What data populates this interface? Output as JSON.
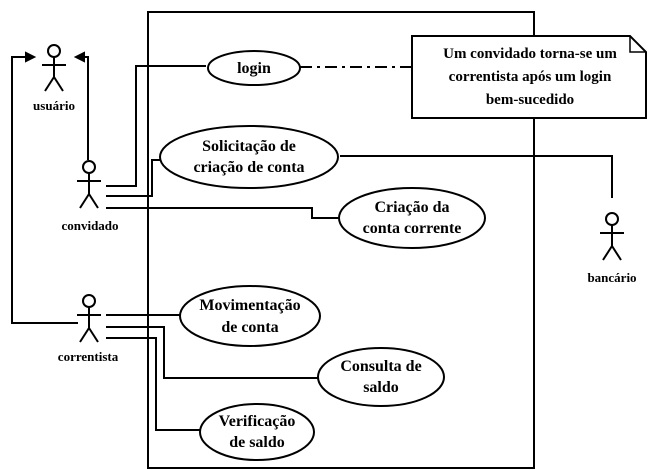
{
  "actors": {
    "usuario": "usuário",
    "convidado": "convidado",
    "correntista": "correntista",
    "bancario": "bancário"
  },
  "use_cases": {
    "login": "login",
    "solicitacao": [
      "Solicitação de",
      "criação de  conta"
    ],
    "criacao_conta": [
      "Criação da",
      "conta corrente"
    ],
    "movimentacao": [
      "Movimentação",
      "de conta"
    ],
    "consulta_saldo": [
      "Consulta de",
      "saldo"
    ],
    "verificacao_saldo": [
      "Verificação",
      "de saldo"
    ]
  },
  "note": {
    "lines": [
      "Um convidado torna-se um",
      "correntista após um login",
      "bem-sucedido"
    ]
  }
}
